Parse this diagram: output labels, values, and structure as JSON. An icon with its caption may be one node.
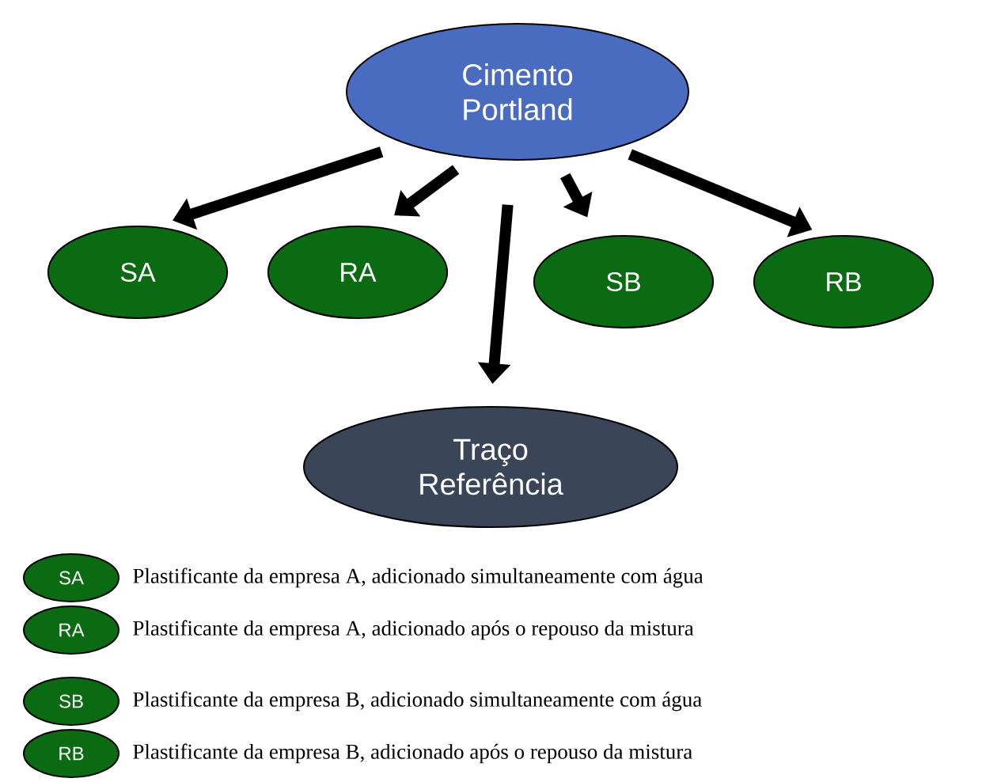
{
  "diagram": {
    "nodes": [
      {
        "text": [
          "Cimento Portland"
        ]
      },
      {
        "text": [
          "SA"
        ]
      },
      {
        "text": [
          "RA"
        ]
      },
      {
        "text": [
          "SB"
        ]
      },
      {
        "text": [
          "RB"
        ]
      },
      {
        "text": [
          "Traço Referência"
        ]
      },
      {
        "text": [
          "SA"
        ],
        "beside": [
          "Plastificante da empresa A, adicionado simultaneamente com água"
        ]
      },
      {
        "text": [
          "RA"
        ],
        "beside": [
          "Plastificante da empresa A, adicionado após o repouso da mistura"
        ]
      },
      {
        "text": [
          "SB"
        ],
        "beside": [
          "Plastificante da empresa B, adicionado simultaneamente com água"
        ]
      },
      {
        "text": [
          "RB"
        ],
        "beside": [
          "Plastificante da empresa B, adicionado após o repouso da mistura"
        ]
      }
    ],
    "edges": [
      {
        "from": 0,
        "to": 1,
        "arrow": "to"
      },
      {
        "from": 0,
        "to": 2,
        "arrow": "to"
      },
      {
        "from": 0,
        "to": 5,
        "arrow": "to"
      },
      {
        "from": 0,
        "to": 3,
        "arrow": "to"
      },
      {
        "from": 0,
        "to": 4,
        "arrow": "to"
      }
    ]
  }
}
